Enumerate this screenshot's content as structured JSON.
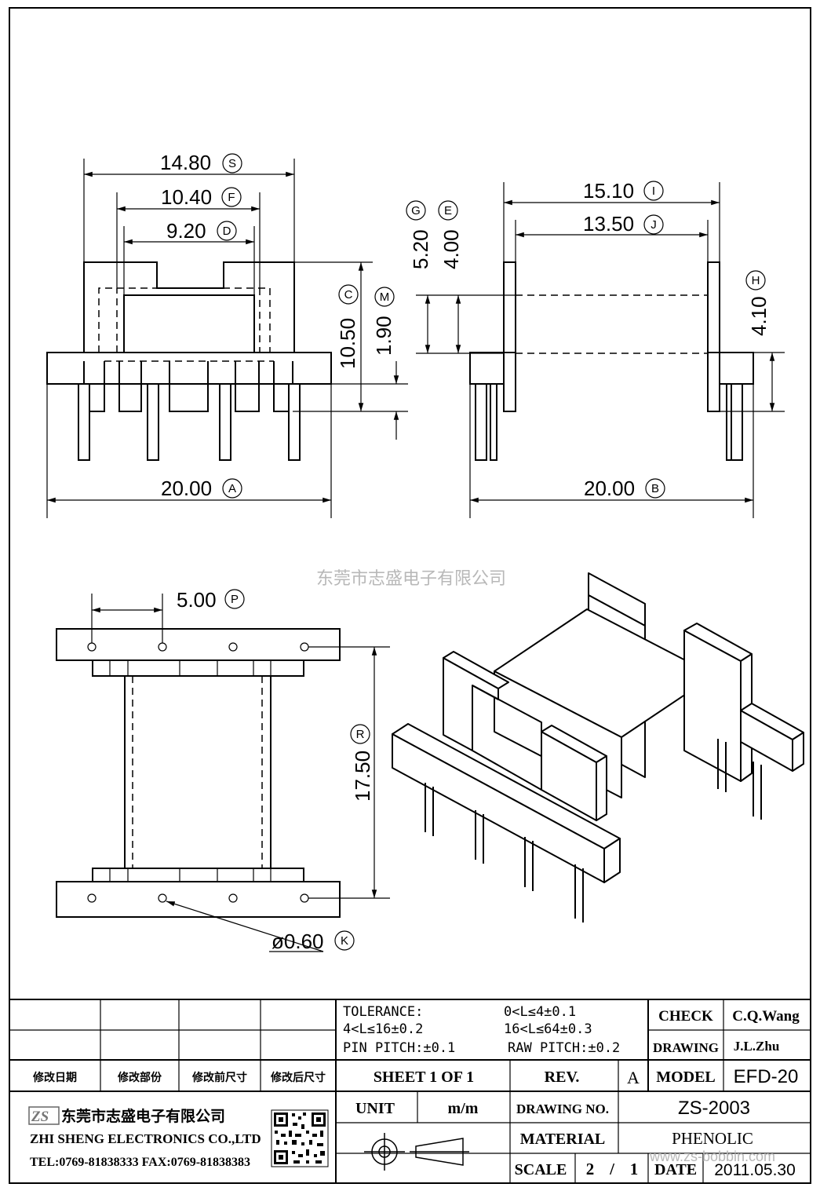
{
  "watermark_center": "东莞市志盛电子有限公司",
  "watermark_url": "www.zs-bobbin.com",
  "dimensions": {
    "S": {
      "value": "14.80",
      "letter": "S"
    },
    "F": {
      "value": "10.40",
      "letter": "F"
    },
    "D": {
      "value": "9.20",
      "letter": "D"
    },
    "C": {
      "value": "10.50",
      "letter": "C"
    },
    "M": {
      "value": "1.90",
      "letter": "M"
    },
    "A": {
      "value": "20.00",
      "letter": "A"
    },
    "G": {
      "value": "5.20",
      "letter": "G"
    },
    "E": {
      "value": "4.00",
      "letter": "E"
    },
    "I": {
      "value": "15.10",
      "letter": "I"
    },
    "J": {
      "value": "13.50",
      "letter": "J"
    },
    "H": {
      "value": "4.10",
      "letter": "H"
    },
    "B": {
      "value": "20.00",
      "letter": "B"
    },
    "P": {
      "value": "5.00",
      "letter": "P"
    },
    "R": {
      "value": "17.50",
      "letter": "R"
    },
    "K": {
      "value": "ø0.60",
      "letter": "K"
    }
  },
  "title_block": {
    "rev_headers": [
      "修改日期",
      "修改部份",
      "修改前尺寸",
      "修改后尺寸"
    ],
    "tolerance_label": "TOLERANCE:",
    "tol_1": "0<L≤4±0.1",
    "tol_2": "4<L≤16±0.2",
    "tol_3": "16<L≤64±0.3",
    "pin_pitch": "PIN PITCH:±0.1",
    "raw_pitch": "RAW PITCH:±0.2",
    "check_label": "CHECK",
    "check_value": "C.Q.Wang",
    "drawing_label": "DRAWING",
    "drawing_value": "J.L.Zhu",
    "sheet": "SHEET 1 OF 1",
    "rev_label": "REV.",
    "rev_value": "A",
    "model_label": "MODEL",
    "model_value": "EFD-20",
    "company_cn": "东莞市志盛电子有限公司",
    "company_en": "ZHI SHENG ELECTRONICS CO.,LTD",
    "contact": "TEL:0769-81838333 FAX:0769-81838383",
    "unit_label": "UNIT",
    "unit_value": "m/m",
    "drawing_no_label": "DRAWING NO.",
    "drawing_no_value": "ZS-2003",
    "material_label": "MATERIAL",
    "material_value": "PHENOLIC",
    "scale_label": "SCALE",
    "scale_num": "2",
    "scale_sep": "/",
    "scale_den": "1",
    "date_label": "DATE",
    "date_value": "2011.05.30"
  }
}
